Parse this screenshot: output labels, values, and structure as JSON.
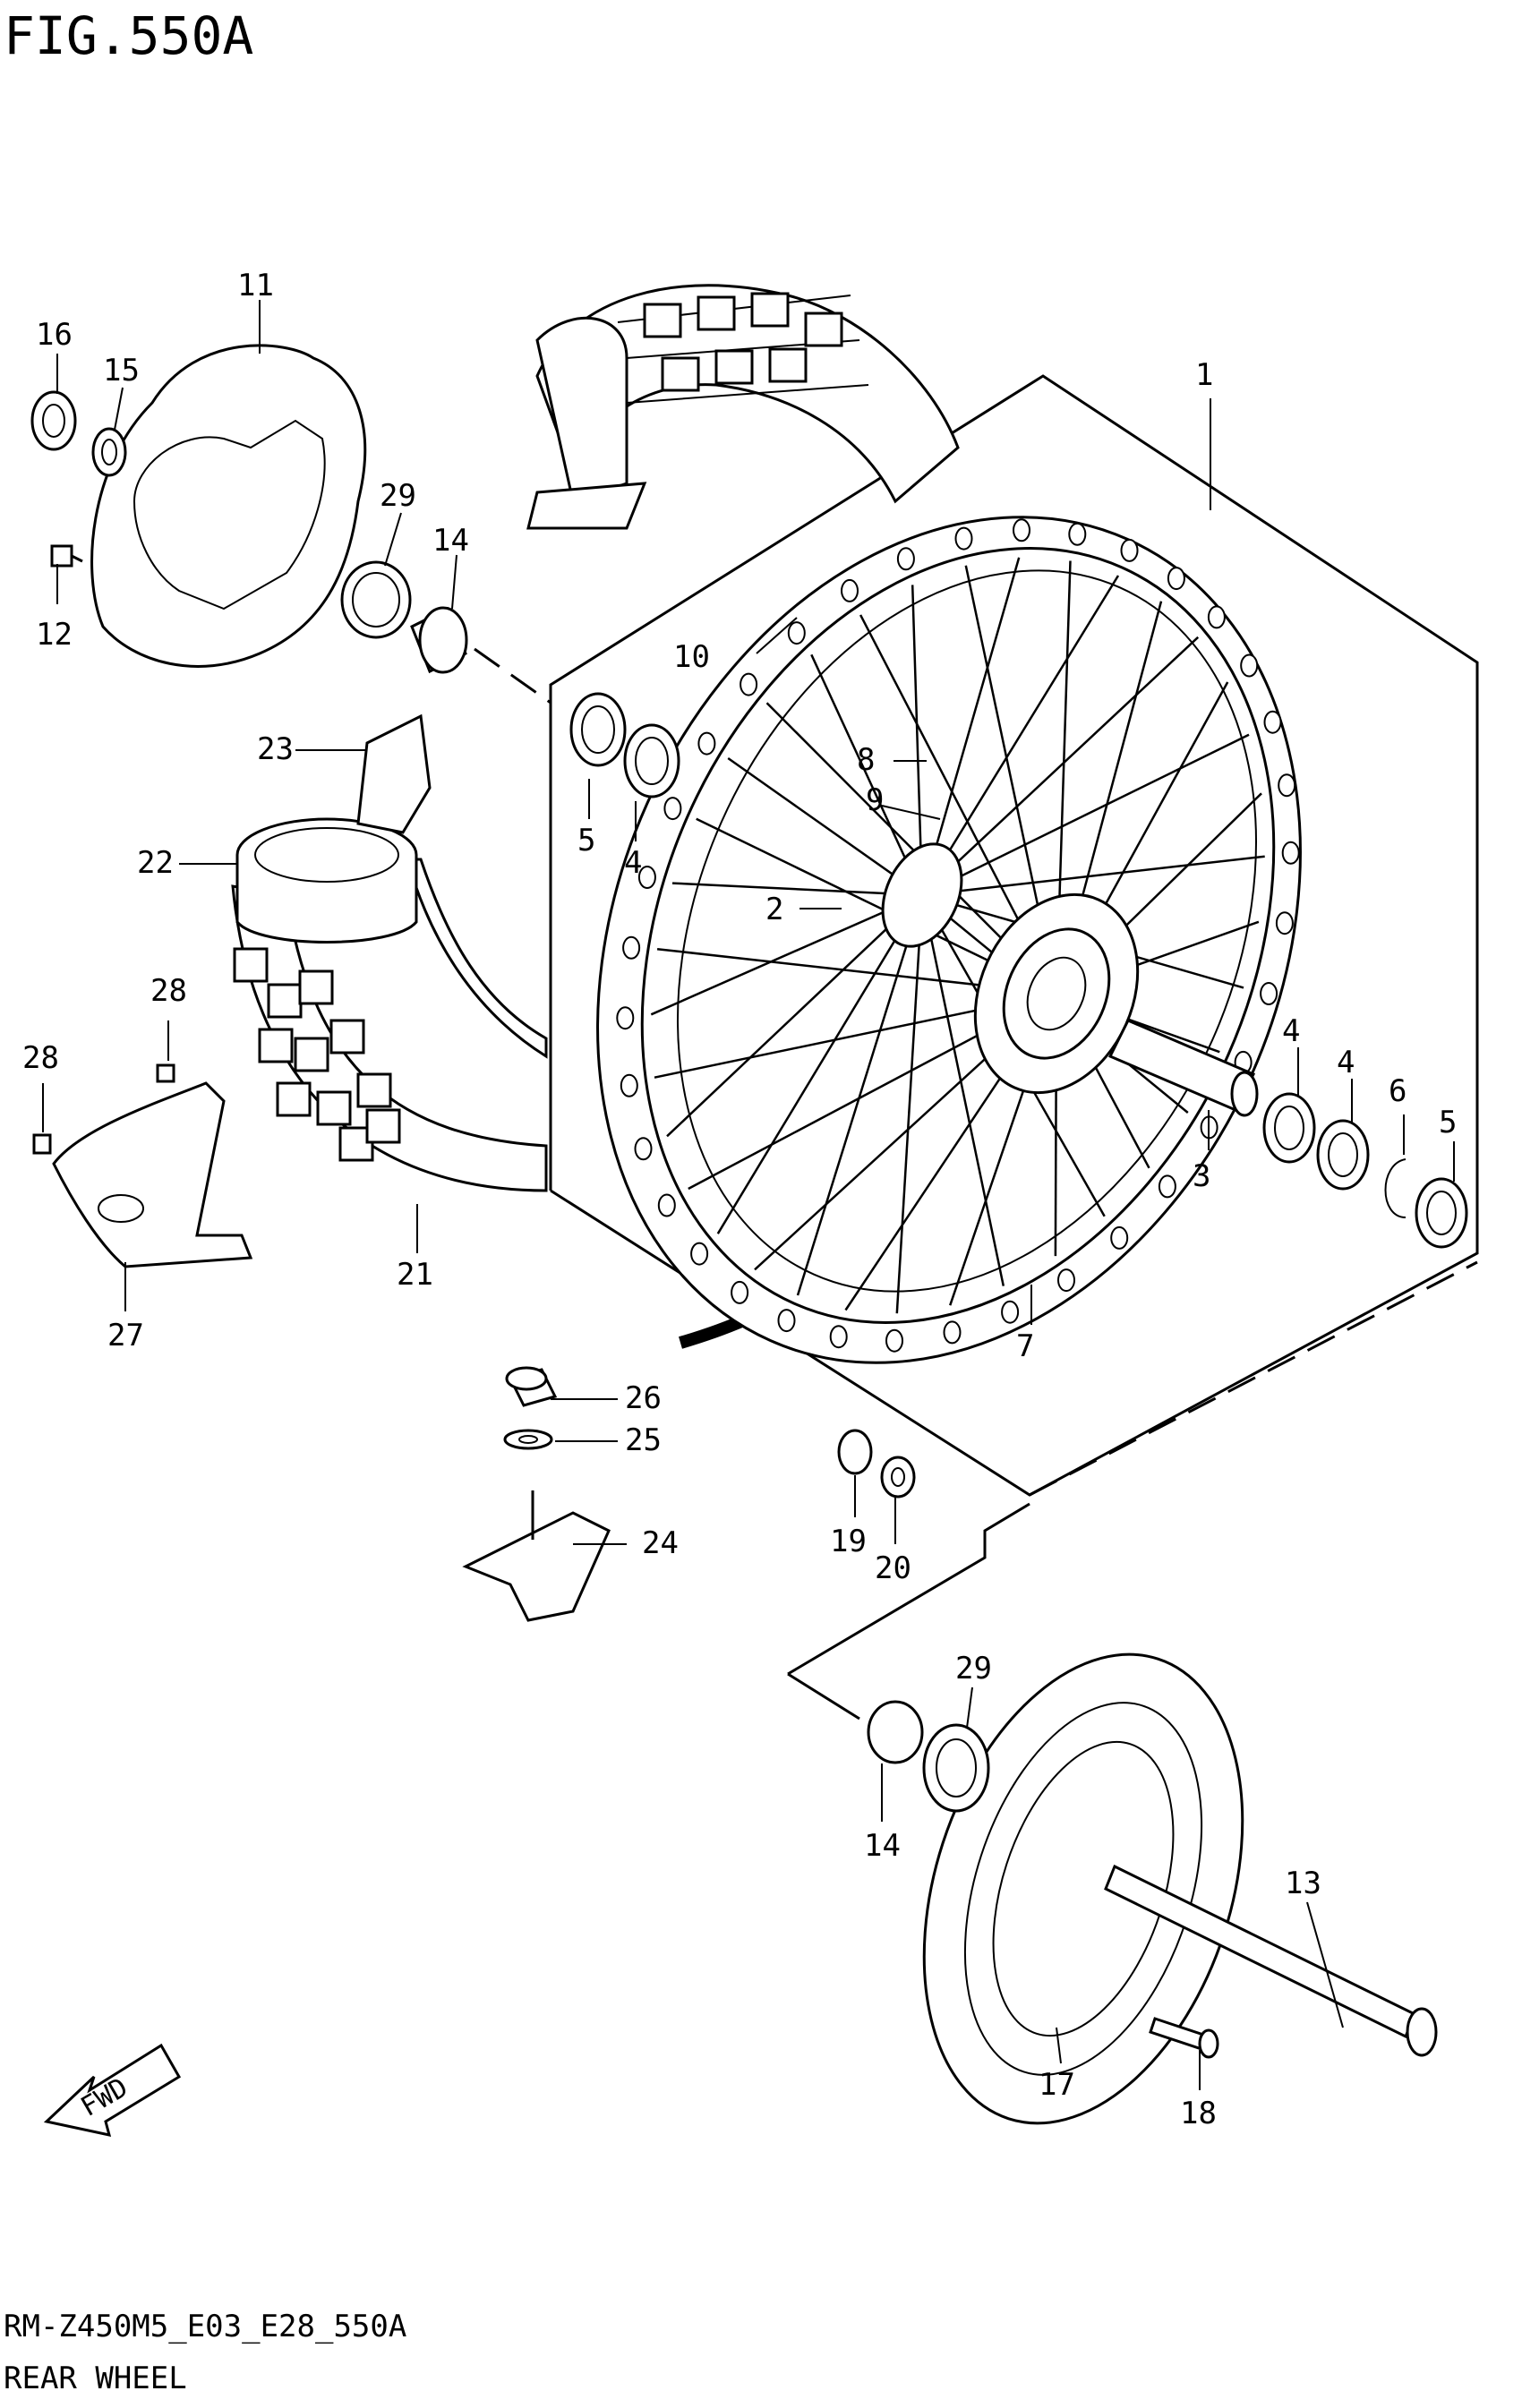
{
  "figure": {
    "title": "FIG.550A"
  },
  "footer": {
    "code": "RM-Z450M5_E03_E28_550A",
    "name": "REAR WHEEL"
  },
  "fwd_label": "FWD",
  "callouts": [
    {
      "id": "1",
      "label": "1"
    },
    {
      "id": "2",
      "label": "2"
    },
    {
      "id": "3",
      "label": "3"
    },
    {
      "id": "4a",
      "label": "4"
    },
    {
      "id": "4b",
      "label": "4"
    },
    {
      "id": "4c",
      "label": "4"
    },
    {
      "id": "5a",
      "label": "5"
    },
    {
      "id": "5b",
      "label": "5"
    },
    {
      "id": "6",
      "label": "6"
    },
    {
      "id": "7",
      "label": "7"
    },
    {
      "id": "8",
      "label": "8"
    },
    {
      "id": "9",
      "label": "9"
    },
    {
      "id": "10",
      "label": "10"
    },
    {
      "id": "11",
      "label": "11"
    },
    {
      "id": "12",
      "label": "12"
    },
    {
      "id": "13",
      "label": "13"
    },
    {
      "id": "14a",
      "label": "14"
    },
    {
      "id": "14b",
      "label": "14"
    },
    {
      "id": "15",
      "label": "15"
    },
    {
      "id": "16",
      "label": "16"
    },
    {
      "id": "17",
      "label": "17"
    },
    {
      "id": "18",
      "label": "18"
    },
    {
      "id": "19",
      "label": "19"
    },
    {
      "id": "20",
      "label": "20"
    },
    {
      "id": "21",
      "label": "21"
    },
    {
      "id": "22",
      "label": "22"
    },
    {
      "id": "23",
      "label": "23"
    },
    {
      "id": "24",
      "label": "24"
    },
    {
      "id": "25",
      "label": "25"
    },
    {
      "id": "26",
      "label": "26"
    },
    {
      "id": "27",
      "label": "27"
    },
    {
      "id": "28a",
      "label": "28"
    },
    {
      "id": "28b",
      "label": "28"
    },
    {
      "id": "29a",
      "label": "29"
    },
    {
      "id": "29b",
      "label": "29"
    }
  ]
}
